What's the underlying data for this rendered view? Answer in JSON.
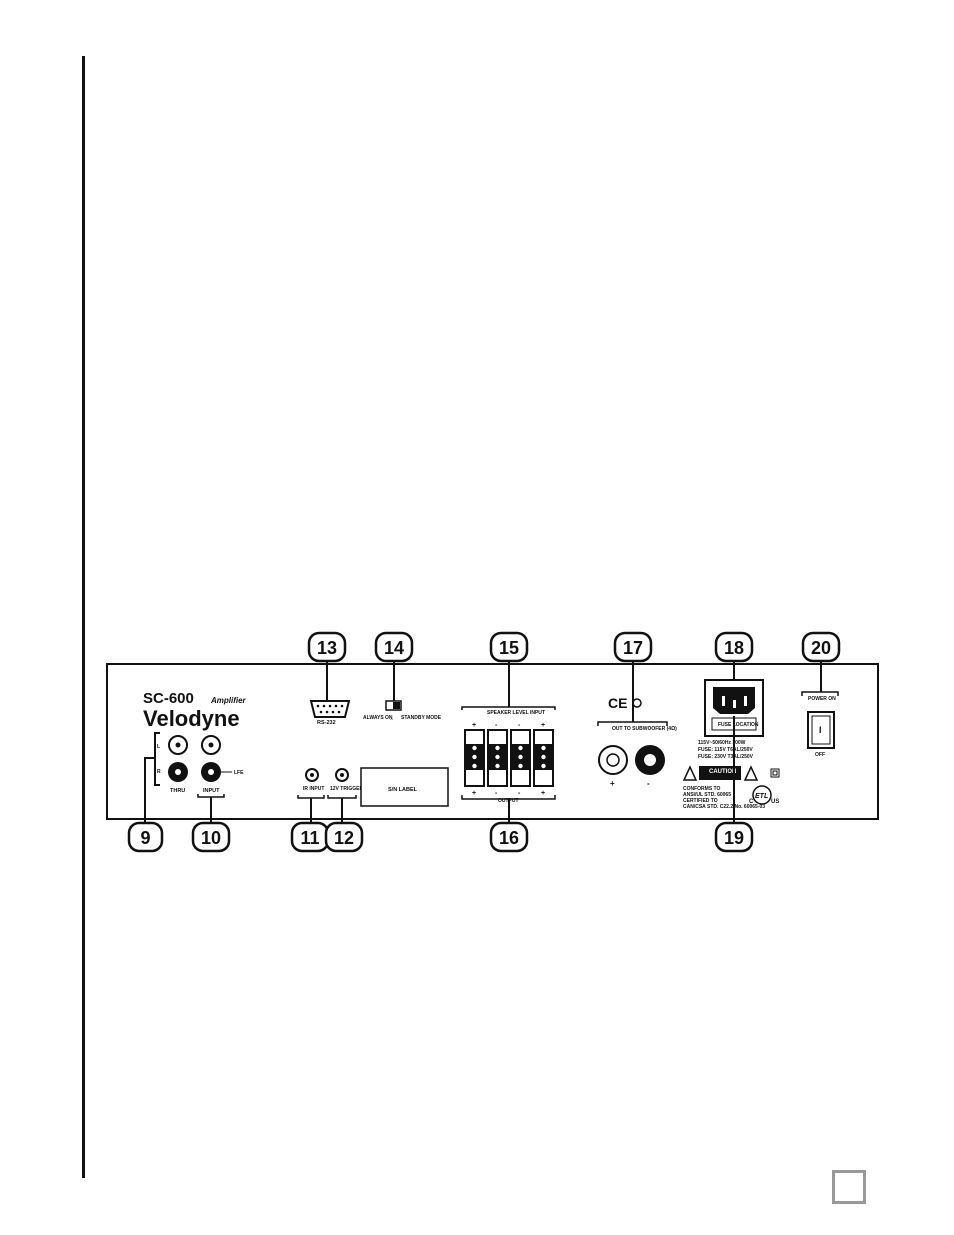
{
  "panel": {
    "model": "SC-600",
    "model_suffix": "Amplifier",
    "brand": "Velodyne",
    "labels": {
      "rs232": "RS-232",
      "always_on": "ALWAYS ON",
      "standby_mode": "STANDBY MODE",
      "speaker_level_input": "SPEAKER LEVEL INPUT",
      "output": "OUTPUT",
      "out_to_subwoofer": "OUT TO SUBWOOFER (4Ω)",
      "power_on": "POWER ON",
      "off": "OFF",
      "thru": "THRU",
      "input": "INPUT",
      "lfe": "LFE",
      "ch_l": "L",
      "ch_r": "R",
      "ir_input": "IR INPUT",
      "trigger_12v": "12V TRIGGER",
      "sn_label": "S/N LABEL",
      "fuse_location": "FUSE LOCATION",
      "fuse_line1": "115V~50/60Hz 300W",
      "fuse_line2": "FUSE: 115V T6AL/250V",
      "fuse_line3": "FUSE: 230V T3AL/250V",
      "caution": "CAUTION",
      "conforms_line1": "CONFORMS TO",
      "conforms_line2": "ANSI/UL STD. 60065",
      "conforms_line3": "CERTIFIED TO",
      "conforms_line4": "CAN/CSA STD. C22.2 No. 60065-03",
      "cert_c": "C",
      "cert_us": "US",
      "cert_etl": "ETL",
      "ce_mark": "CE",
      "switch_i": "I",
      "plus": "+",
      "minus": "-"
    }
  },
  "callouts": {
    "c9": "9",
    "c10": "10",
    "c11": "11",
    "c12": "12",
    "c13": "13",
    "c14": "14",
    "c15": "15",
    "c16": "16",
    "c17": "17",
    "c18": "18",
    "c19": "19",
    "c20": "20"
  }
}
